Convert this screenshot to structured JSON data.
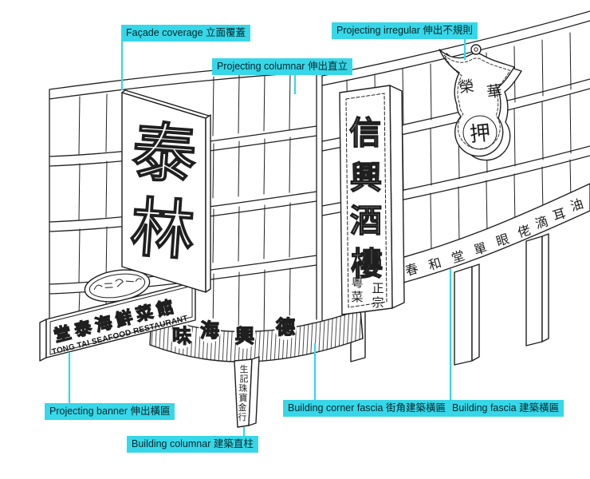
{
  "palette": {
    "background": "#ffffff",
    "ink": "#1f1f1f",
    "accent_cyan": "#36d7e8",
    "label_text": "#07262b"
  },
  "labels": {
    "facade_coverage": "Façade coverage 立面覆蓋",
    "projecting_columnar": "Projecting columnar 伸出直立",
    "projecting_irregular": "Projecting irregular 伸出不規則",
    "projecting_banner": "Projecting banner 伸出橫匾",
    "building_columnar": "Building columnar 建築直柱",
    "building_corner_fascia": "Building corner fascia 街角建築橫匾",
    "building_fascia": "Building fascia 建築橫匾"
  },
  "signs": {
    "facade": {
      "chars": [
        "泰",
        "林"
      ]
    },
    "projecting_columnar": {
      "chars": [
        "信",
        "興",
        "酒",
        "樓"
      ],
      "small_left": [
        "粵",
        "菜"
      ],
      "small_right": [
        "正",
        "宗"
      ]
    },
    "projecting_irregular": {
      "upper": [
        "榮",
        "華"
      ],
      "circle": "押"
    },
    "projecting_banner": {
      "chinese": "堂泰海鮮菜館",
      "english": "TONG TAI SEAFOOD RESTAURANT"
    },
    "building_corner_fascia": {
      "chars": [
        "味",
        "海",
        "興",
        "德"
      ],
      "read_right_to_left": "德興海味"
    },
    "building_fascia": {
      "chars": [
        "春",
        "和",
        "堂",
        "單",
        "眼",
        "佬",
        "滴",
        "耳",
        "油"
      ]
    },
    "building_columnar": {
      "chars": [
        "生",
        "記",
        "珠",
        "寶",
        "金",
        "行"
      ]
    }
  }
}
